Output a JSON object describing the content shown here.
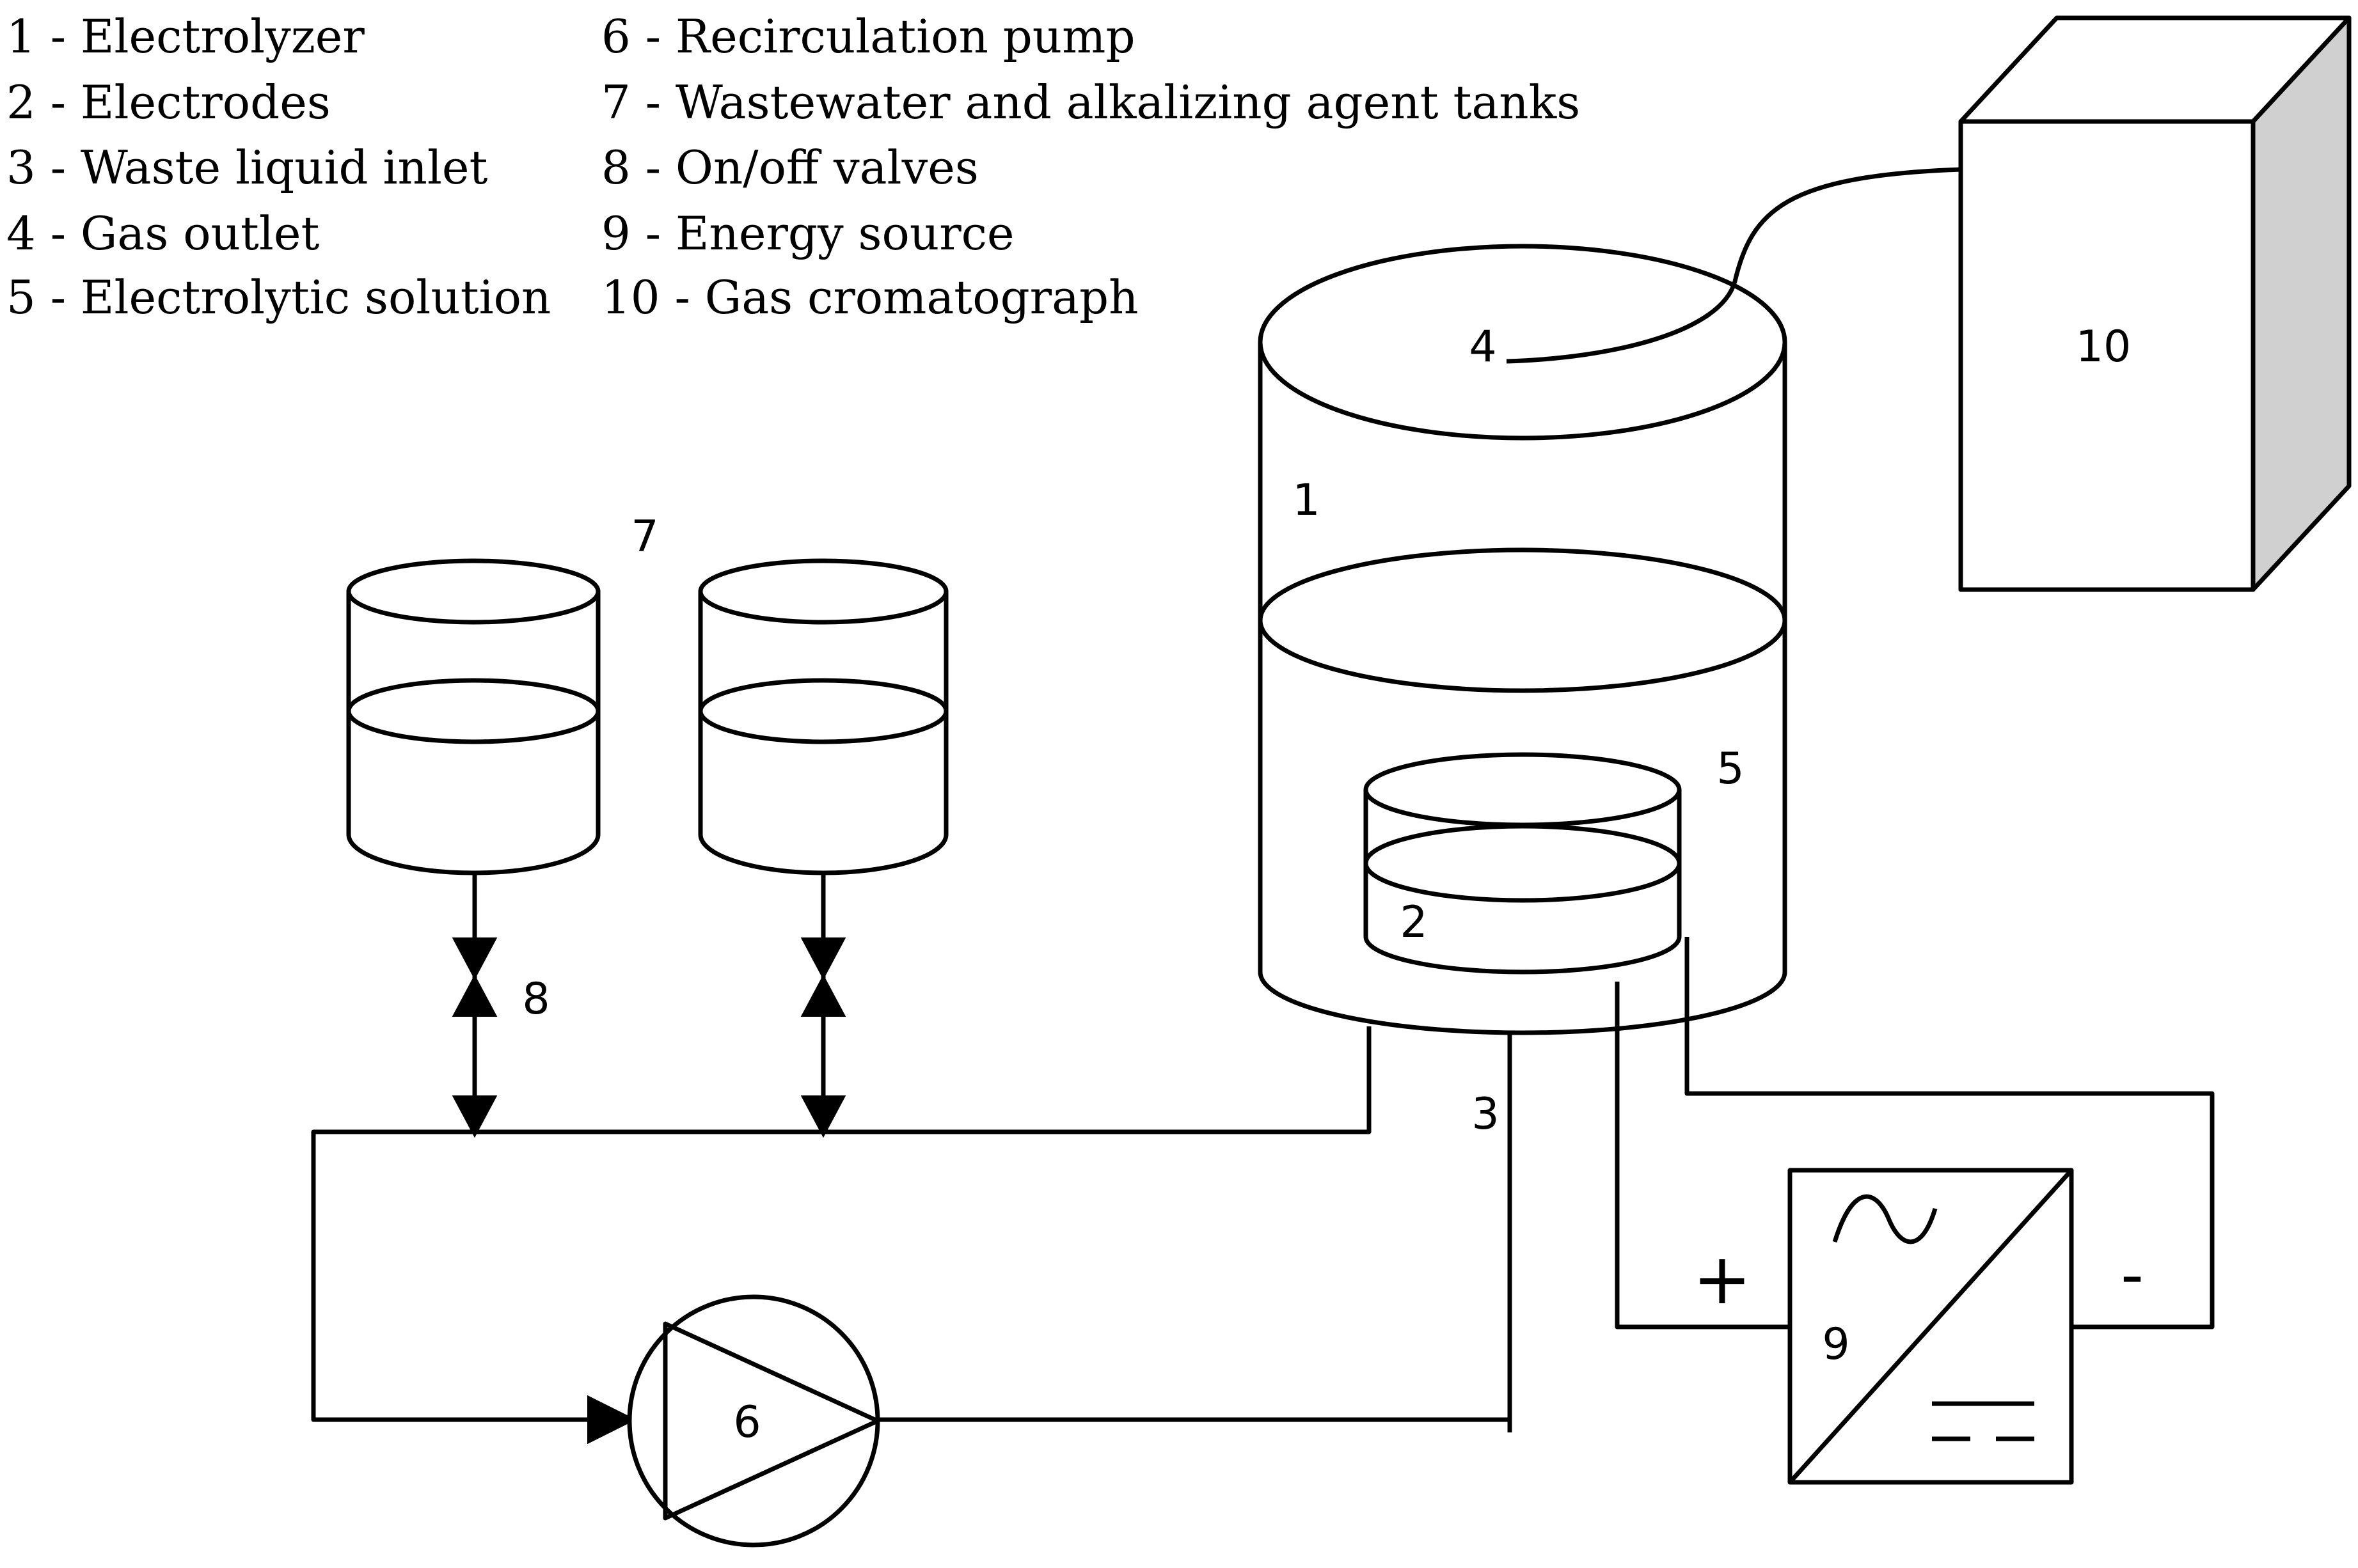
{
  "legend": {
    "left": [
      "1 - Electrolyzer",
      "2 - Electrodes",
      "3 - Waste liquid inlet",
      "4 - Gas outlet",
      "5 - Electrolytic solution"
    ],
    "right": [
      "6 - Recirculation pump",
      "7 - Wastewater and alkalizing agent tanks",
      "8 - On/off valves",
      "9 - Energy source",
      "10 - Gas cromatograph"
    ]
  },
  "labels": {
    "electrolyzer": "1",
    "electrodes": "2",
    "inlet": "3",
    "outlet": "4",
    "solution": "5",
    "pump": "6",
    "tanks": "7",
    "valves": "8",
    "source": "9",
    "chromatograph": "10",
    "plus": "+",
    "minus": "-"
  },
  "colors": {
    "line": "#000000",
    "box_side": "#d0d0d0",
    "background": "#ffffff"
  }
}
